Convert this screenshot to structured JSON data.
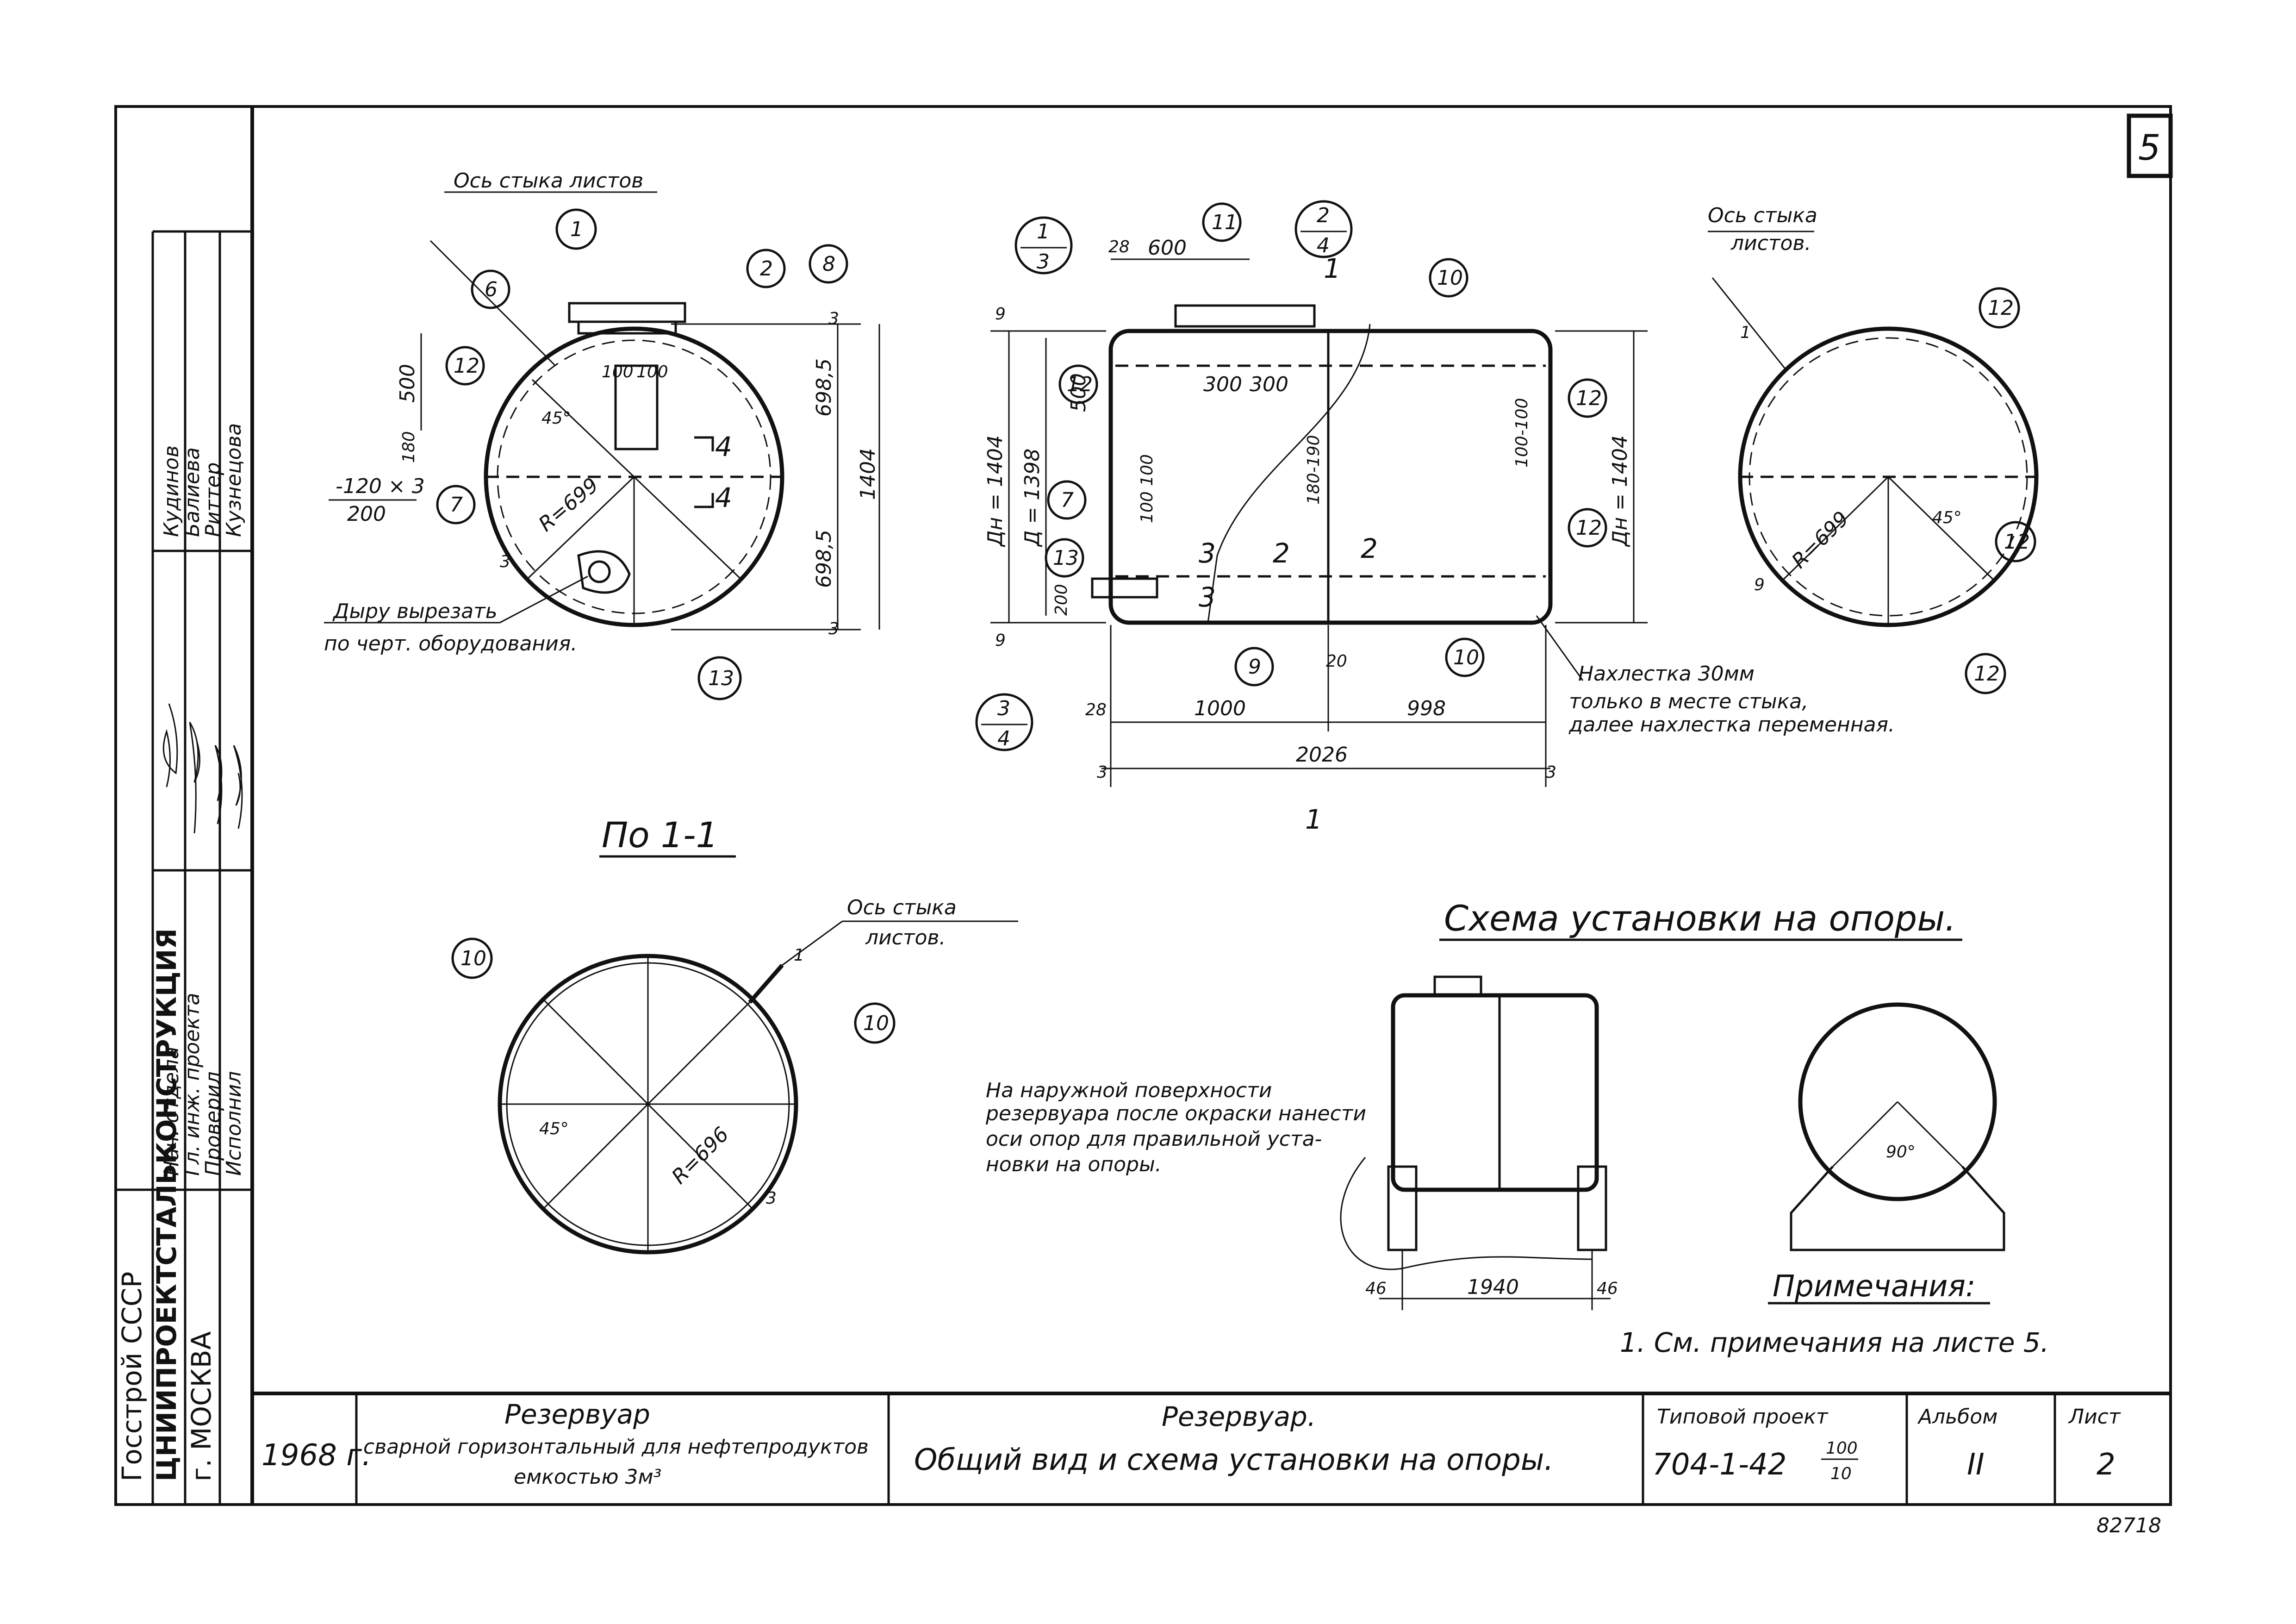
{
  "sheet_number": "5",
  "side_stamp": {
    "org": [
      "Госстрой СССР",
      "ЦНИИПРОЕКТСТАЛЬКОНСТРУКЦИЯ",
      "г. МОСКВА"
    ],
    "roles": [
      "Нач. отдела",
      "Гл. инж. проекта",
      "Проверил",
      "Исполнил"
    ],
    "names": [
      "Кудинов",
      "Балиева",
      "Риттер",
      "Кузнецова"
    ]
  },
  "title_block": {
    "year": "1968 г.",
    "object_line1": "Резервуар",
    "object_line2": "сварной горизонтальный для нефтепродуктов",
    "object_line3": "емкостью 3м³",
    "sheet_title_line1": "Резервуар.",
    "sheet_title_line2": "Общий вид и схема установки на опоры.",
    "project_label": "Типовой проект",
    "project_number": "704-1-42",
    "project_fraction_top": "100",
    "project_fraction_bottom": "10",
    "album_label": "Альбом",
    "album_value": "II",
    "list_label": "Лист",
    "list_value": "2"
  },
  "inventory_number": "82718",
  "view1": {
    "seam_axis": "Ось стыка листов",
    "marks": [
      "1",
      "2",
      "8",
      "6",
      "12",
      "7",
      "13"
    ],
    "dims": {
      "d500": "500",
      "d100a": "100",
      "d100b": "100",
      "d180": "180",
      "d6985a": "698,5",
      "d6985b": "698,5",
      "d1404": "1404",
      "d3a": "3",
      "d3b": "3",
      "d3c": "3",
      "r699": "R=699",
      "a45": "45°",
      "sec4a": "4",
      "sec4b": "4",
      "strip_top": "-120 × 3",
      "strip_bottom": "200"
    },
    "note_line1": "Дыру вырезать",
    "note_line2": "по черт. оборудования."
  },
  "view2": {
    "callouts": [
      {
        "top": "1",
        "bottom": "3"
      },
      {
        "top": "2",
        "bottom": "4"
      },
      {
        "top": "3",
        "bottom": "4"
      }
    ],
    "marks": [
      "11",
      "10",
      "12",
      "12",
      "12",
      "7",
      "13",
      "9",
      "10"
    ],
    "dims": {
      "d28a": "28",
      "d600": "600",
      "d300a": "300",
      "d300b": "300",
      "d9a": "9",
      "d9b": "9",
      "dn1404": "Дн = 1404",
      "d1398": "Д = 1398",
      "d500": "500",
      "d100x100a": "100 100",
      "d100x100b": "180-190",
      "d100x100c": "100-100",
      "d200": "200",
      "d20": "20",
      "d28b": "28",
      "d1000": "1000",
      "d998": "998",
      "d2026": "2026",
      "d3a": "3",
      "d3b": "3",
      "dn1404r": "Дн = 1404",
      "sec1": "1",
      "sec2a": "2",
      "sec2b": "2",
      "sec3a": "3",
      "sec3b": "3",
      "sec1b": "1"
    },
    "note_line1": "Нахлестка 30мм",
    "note_line2": "только в месте стыка,",
    "note_line3": "далее нахлестка переменная."
  },
  "view3": {
    "seam_axis_line1": "Ось стыка",
    "seam_axis_line2": "листов.",
    "marks": [
      "12",
      "12",
      "12"
    ],
    "dims": {
      "r699": "R=699",
      "a45": "45°",
      "d9": "9",
      "d1": "1"
    }
  },
  "section": {
    "title": "По 1-1",
    "seam_axis_line1": "Ось стыка",
    "seam_axis_line2": "листов.",
    "marks": [
      "10",
      "10"
    ],
    "dims": {
      "r696": "R=696",
      "a45": "45°",
      "d1": "1",
      "d3": "3"
    }
  },
  "scheme": {
    "title": "Схема установки на опоры.",
    "note_line1": "На наружной поверхности",
    "note_line2": "резервуара после окраски нанести",
    "note_line3": "оси опор для правильной уста-",
    "note_line4": "новки на опоры.",
    "dims": {
      "d46a": "46",
      "d1940": "1940",
      "d46b": "46",
      "a90": "90°"
    }
  },
  "notes": {
    "title": "Примечания:",
    "items": [
      "1. См. примечания на листе 5."
    ]
  }
}
